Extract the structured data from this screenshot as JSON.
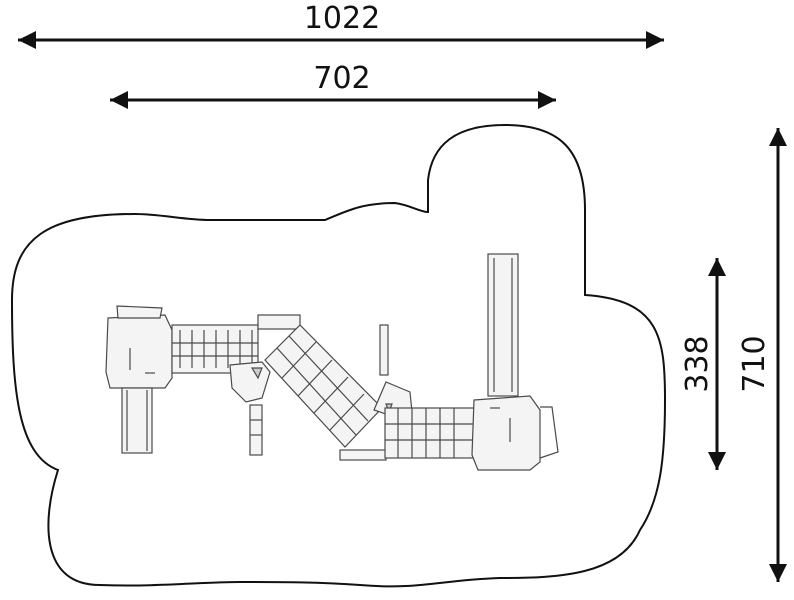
{
  "dimensions": {
    "overall_width": "1022",
    "inner_width": "702",
    "inner_height": "338",
    "overall_height": "710"
  },
  "colors": {
    "line": "#111111",
    "equipment_fill": "#f4f4f4",
    "equipment_stroke": "#4a4a4a"
  }
}
